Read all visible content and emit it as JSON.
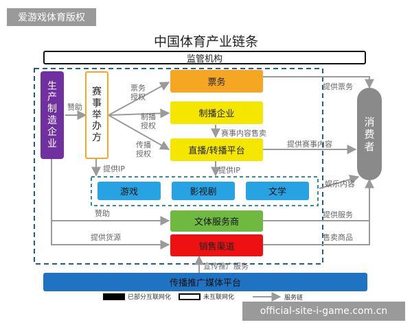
{
  "watermark_top": "爱游戏体育版权",
  "watermark_bottom": "official-site-i-game.com.cn",
  "title": "中国体育产业链条",
  "nodes": {
    "supervision": "监管机构",
    "manufacturing": [
      "生",
      "产",
      "制",
      "造",
      "企",
      "业"
    ],
    "organizer": [
      "赛",
      "事",
      "举",
      "办",
      "方"
    ],
    "ticketing": "票务",
    "production": "制播企业",
    "broadcast": "直播/转播平台",
    "games": "游戏",
    "film": "影视剧",
    "literature": "文学",
    "culture_sports": "文体服务商",
    "sales": "销售渠道",
    "consumer": [
      "消",
      "费",
      "者"
    ],
    "media_platform": "传播推广媒体平台"
  },
  "edge_labels": {
    "sponsor_top": "赞助",
    "ticket_auth": [
      "票务",
      "授权"
    ],
    "production_auth": [
      "制播",
      "授权"
    ],
    "broadcast_auth": [
      "传播",
      "授权"
    ],
    "ip_left": "提供IP",
    "content_sale": "赛事内容售卖",
    "ip_right": "提供IP",
    "provide_tickets": "提供票务",
    "provide_event_content": "提供赛事内容",
    "entertainment_content": "娱乐内容",
    "sponsor_bottom": "赞助",
    "supply_goods": "提供货源",
    "provide_services": "提供服务",
    "sell_goods": "售卖商品",
    "promotion_service": "宣传推广服务"
  },
  "legend": {
    "partial_internet": "已部分互联网化",
    "not_internet": "未互联网化",
    "service_chain": "服务链"
  },
  "colors": {
    "purple": "#7030a0",
    "orange": "#f5a623",
    "yellow": "#f5e600",
    "green": "#6fb940",
    "red": "#ee1111",
    "blue": "#1f73c2",
    "skyblue": "#27a3e3",
    "teal": "#2a8fa5",
    "gray": "#8a8a8a",
    "arrow": "#9a9a9a",
    "dashed_navy": "#1d5d96"
  }
}
